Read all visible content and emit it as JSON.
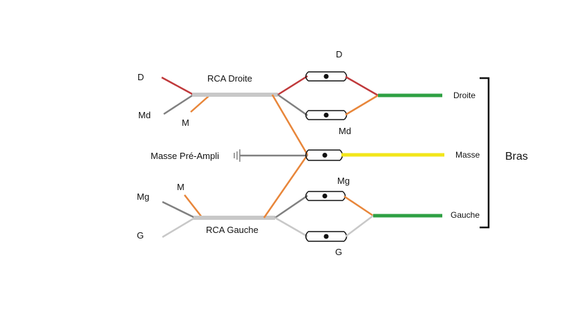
{
  "colors": {
    "red": "#c0393b",
    "orange": "#e8863a",
    "grey": "#808080",
    "light_grey": "#c8c8c8",
    "green": "#2ea043",
    "yellow": "#f2e61a",
    "black": "#111111"
  },
  "labels": {
    "input_d": "D",
    "input_md": "Md",
    "input_m_top": "M",
    "rca_droite": "RCA Droite",
    "masse_pre_ampli": "Masse Pré-Ampli",
    "input_m_bottom": "M",
    "input_mg": "Mg",
    "input_g": "G",
    "rca_gauche": "RCA Gauche",
    "conn_d": "D",
    "conn_md": "Md",
    "conn_mg": "Mg",
    "conn_g": "G",
    "out_droite": "Droite",
    "out_masse": "Masse",
    "out_gauche": "Gauche",
    "bras": "Bras"
  },
  "icons": {
    "ground": "ground-symbol-icon",
    "connector": "solder-terminal-icon"
  }
}
